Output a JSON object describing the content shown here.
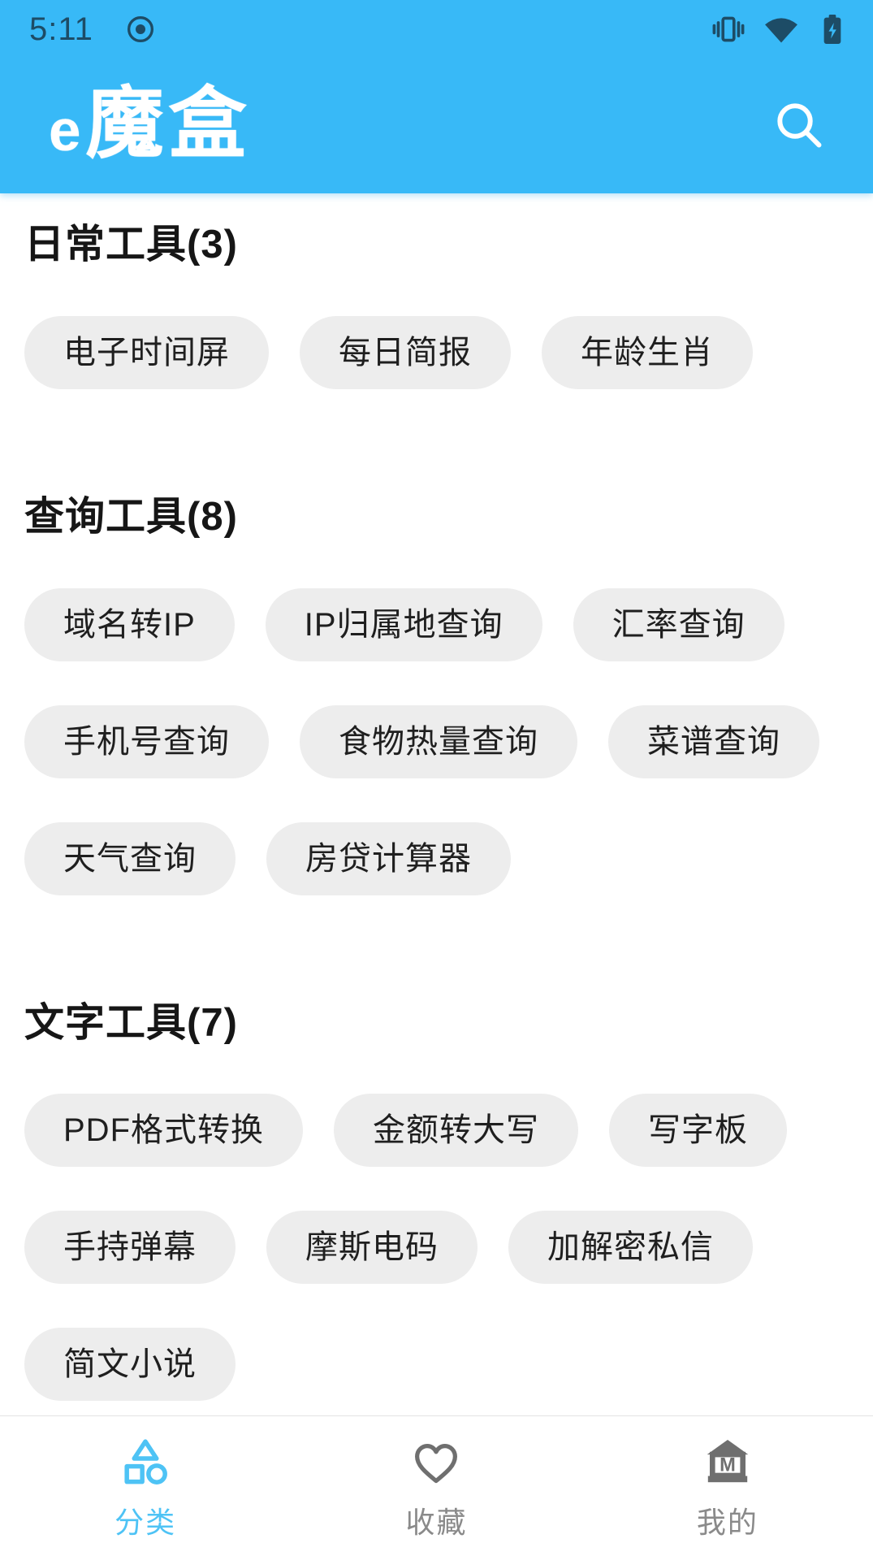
{
  "status_bar": {
    "time": "5:11",
    "icons": [
      "screen-record-icon",
      "vibrate-icon",
      "wifi-icon",
      "battery-charging-icon"
    ]
  },
  "header": {
    "app_title": "e魔盒",
    "search_icon": "search-icon"
  },
  "sections": [
    {
      "title": "日常工具(3)",
      "tools": [
        "电子时间屏",
        "每日简报",
        "年龄生肖"
      ]
    },
    {
      "title": "查询工具(8)",
      "tools": [
        "域名转IP",
        "IP归属地查询",
        "汇率查询",
        "手机号查询",
        "食物热量查询",
        "菜谱查询",
        "天气查询",
        "房贷计算器"
      ]
    },
    {
      "title": "文字工具(7)",
      "tools": [
        "PDF格式转换",
        "金额转大写",
        "写字板",
        "手持弹幕",
        "摩斯电码",
        "加解密私信",
        "简文小说"
      ]
    }
  ],
  "bottom_nav": {
    "items": [
      {
        "label": "分类",
        "icon": "category-icon",
        "active": true
      },
      {
        "label": "收藏",
        "icon": "heart-icon",
        "active": false
      },
      {
        "label": "我的",
        "icon": "mine-icon",
        "active": false
      }
    ]
  },
  "colors": {
    "header_blue": "#38b9f7",
    "status_icon_navy": "#1d4c66",
    "active_tab_blue": "#4ec3f5",
    "pill_gray": "#ededed",
    "inactive_gray": "#6f6f6f"
  }
}
